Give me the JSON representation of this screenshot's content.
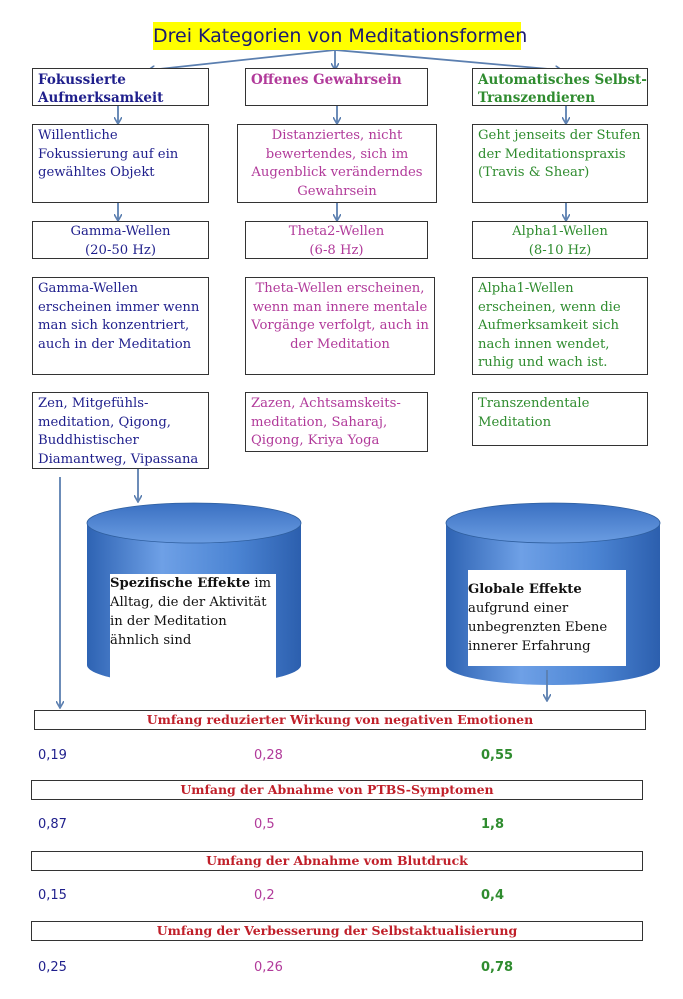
{
  "title": "Drei Kategorien von Meditationsformen",
  "columns": [
    {
      "category": "Fokussierte Aufmerksamkeit",
      "description": "Willentliche Fokussierung auf ein gewähltes Objekt",
      "wave_name": "Gamma-Wellen",
      "wave_range": "(20-50 Hz)",
      "wave_text": "Gamma-Wellen erscheinen immer wenn man sich konzentriert, auch in der Meditation",
      "examples": "Zen, Mitgefühls-meditation, Qigong, Buddhistischer Diamantweg, Vipassana"
    },
    {
      "category": "Offenes Gewahrsein",
      "description": "Distanziertes, nicht bewertendes, sich im Augenblick veränderndes Gewahrsein",
      "wave_name": "Theta2-Wellen",
      "wave_range": "(6-8 Hz)",
      "wave_text": "Theta-Wellen erscheinen, wenn man innere mentale Vorgänge verfolgt, auch in der Meditation",
      "examples": "Zazen, Achtsamskeits-meditation, Saharaj, Qigong, Kriya Yoga"
    },
    {
      "category": "Automatisches Selbst-Transzendieren",
      "description": "Geht jenseits der Stufen der Meditationspraxis (Travis & Shear)",
      "wave_name": "Alpha1-Wellen",
      "wave_range": "(8-10 Hz)",
      "wave_text": "Alpha1-Wellen erscheinen, wenn die Aufmerksamkeit sich nach innen wendet, ruhig und wach ist.",
      "examples": "Transzendentale Meditation"
    }
  ],
  "effects": {
    "specific": {
      "bold": "Spezifische Effekte",
      "rest": " im Alltag, die der Aktivität in der Meditation ähnlich sind"
    },
    "global": {
      "bold": "Globale Effekte",
      "rest": " aufgrund einer unbegrenzten Ebene innerer Erfahrung"
    }
  },
  "measures": [
    {
      "label": "Umfang reduzierter Wirkung von negativen Emotionen",
      "values": [
        "0,19",
        "0,28",
        "0,55"
      ]
    },
    {
      "label": "Umfang der Abnahme von PTBS-Symptomen",
      "values": [
        "0,87",
        "0,5",
        "1,8"
      ]
    },
    {
      "label": "Umfang der Abnahme vom Blutdruck",
      "values": [
        "0,15",
        "0,2",
        "0,4"
      ]
    },
    {
      "label": "Umfang der Verbesserung der Selbstaktualisierung",
      "values": [
        "0,25",
        "0,26",
        "0,78"
      ]
    }
  ],
  "colors": {
    "col1": "#1f1f8c",
    "col2": "#b13a9a",
    "col3": "#2f8c2f",
    "measure_label": "#c0202a",
    "arrow": "#5b7fb0",
    "cylinder": "#3f78c6",
    "title_bg": "#ffff00"
  }
}
